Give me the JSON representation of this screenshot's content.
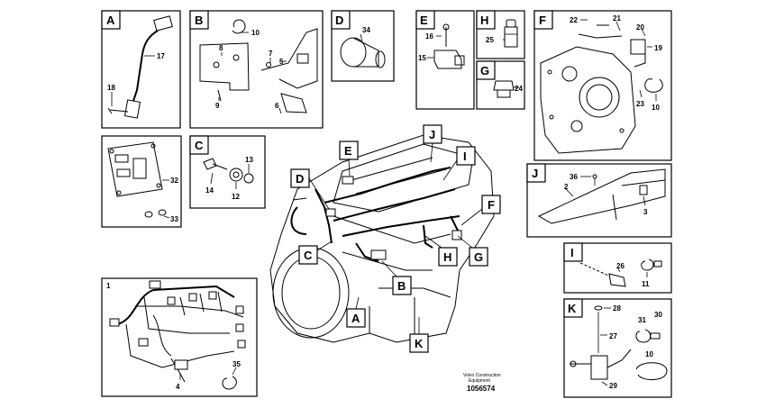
{
  "panels": {
    "A": {
      "letter": "A",
      "callouts": [
        "17",
        "18"
      ]
    },
    "B": {
      "letter": "B",
      "callouts": [
        "10",
        "8",
        "7",
        "5",
        "9",
        "6"
      ]
    },
    "D": {
      "letter": "D",
      "callouts": [
        "34"
      ]
    },
    "E": {
      "letter": "E",
      "callouts": [
        "16",
        "15"
      ]
    },
    "H": {
      "letter": "H",
      "callouts": [
        "25"
      ]
    },
    "G": {
      "letter": "G",
      "callouts": [
        "24"
      ]
    },
    "F": {
      "letter": "F",
      "callouts": [
        "22",
        "21",
        "20",
        "19",
        "23",
        "10"
      ]
    },
    "ECU": {
      "callouts": [
        "32",
        "33"
      ]
    },
    "C": {
      "letter": "C",
      "callouts": [
        "13",
        "14",
        "12"
      ]
    },
    "J": {
      "letter": "J",
      "callouts": [
        "36",
        "2",
        "3"
      ]
    },
    "I": {
      "letter": "I",
      "callouts": [
        "26",
        "11"
      ]
    },
    "HARNESS": {
      "callouts": [
        "1",
        "35",
        "4"
      ]
    },
    "K": {
      "letter": "K",
      "callouts": [
        "28",
        "27",
        "31",
        "30",
        "10",
        "29"
      ]
    }
  },
  "engine_tags": [
    "E",
    "J",
    "I",
    "D",
    "F",
    "C",
    "H",
    "G",
    "B",
    "A",
    "K"
  ],
  "footer": {
    "credit_line1": "Volvo Construction",
    "credit_line2": "Equipment",
    "doc_number": "1056574"
  }
}
